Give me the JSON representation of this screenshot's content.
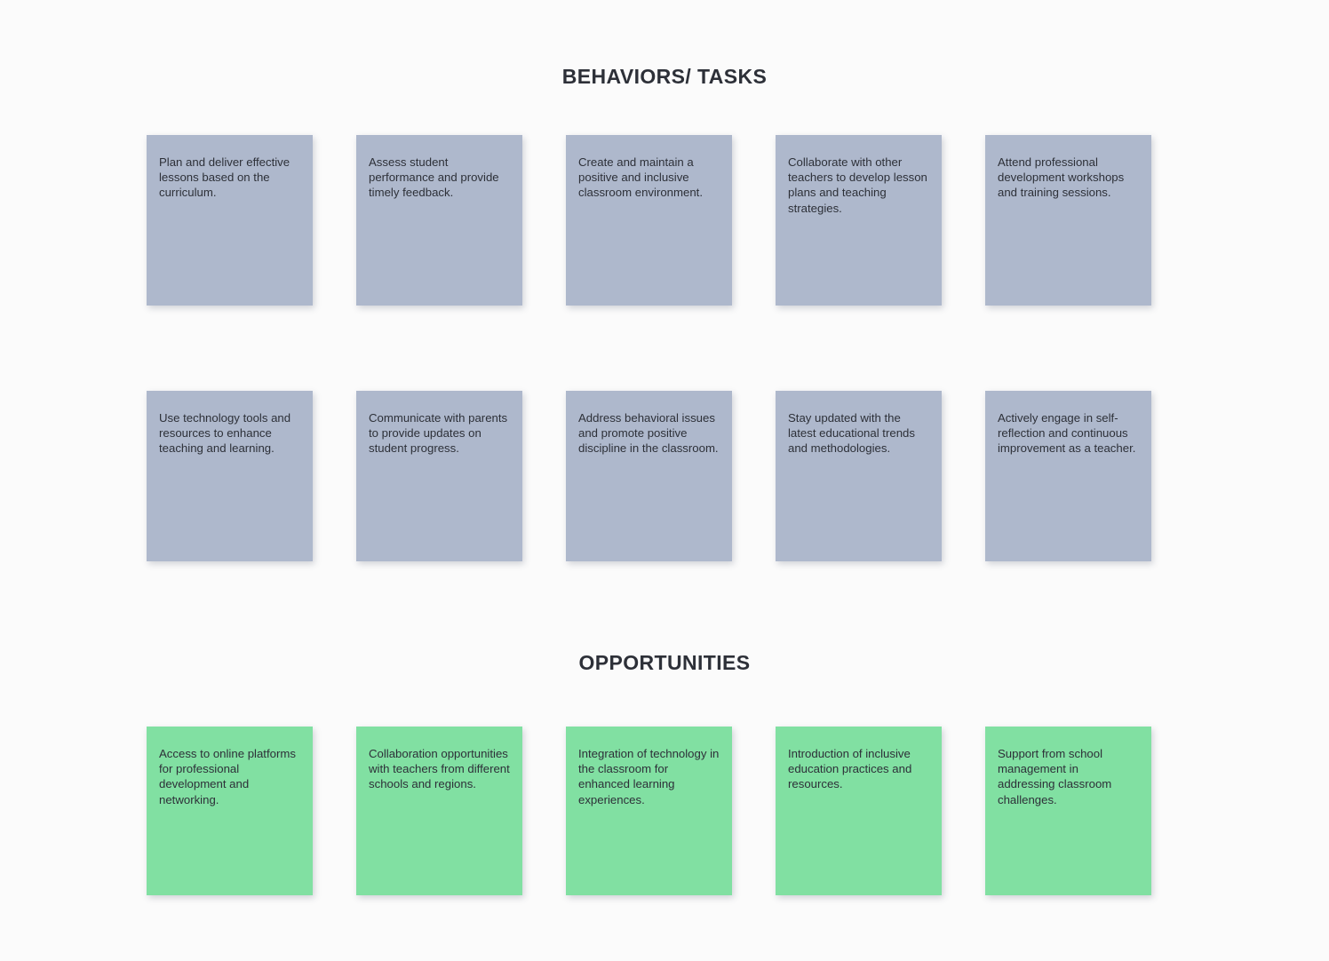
{
  "board": {
    "background_color": "#fbfbfb",
    "text_color": "#2d3038"
  },
  "sections": [
    {
      "id": "behaviors-tasks",
      "title": "BEHAVIORS/ TASKS",
      "note_color": "#aeb8cc",
      "rows": [
        [
          "Plan and deliver effective lessons based on the curriculum.",
          "Assess student performance and provide timely feedback.",
          "Create and maintain a positive and inclusive classroom environment.",
          "Collaborate with other teachers to develop lesson plans and teaching strategies.",
          "Attend professional development workshops and training sessions."
        ],
        [
          "Use technology tools and resources to enhance teaching and learning.",
          "Communicate with parents to provide updates on student progress.",
          "Address behavioral issues and promote positive discipline in the classroom.",
          "Stay updated with the latest educational trends and methodologies.",
          "Actively engage in self-reflection and continuous improvement as a teacher."
        ]
      ]
    },
    {
      "id": "opportunities",
      "title": "OPPORTUNITIES",
      "note_color": "#81e0a2",
      "rows": [
        [
          "Access to online platforms for professional development and networking.",
          "Collaboration opportunities with teachers from different schools and regions.",
          "Integration of technology in the classroom for enhanced learning experiences.",
          "Introduction of inclusive education practices and resources.",
          "Support from school management in addressing classroom challenges."
        ]
      ]
    }
  ]
}
